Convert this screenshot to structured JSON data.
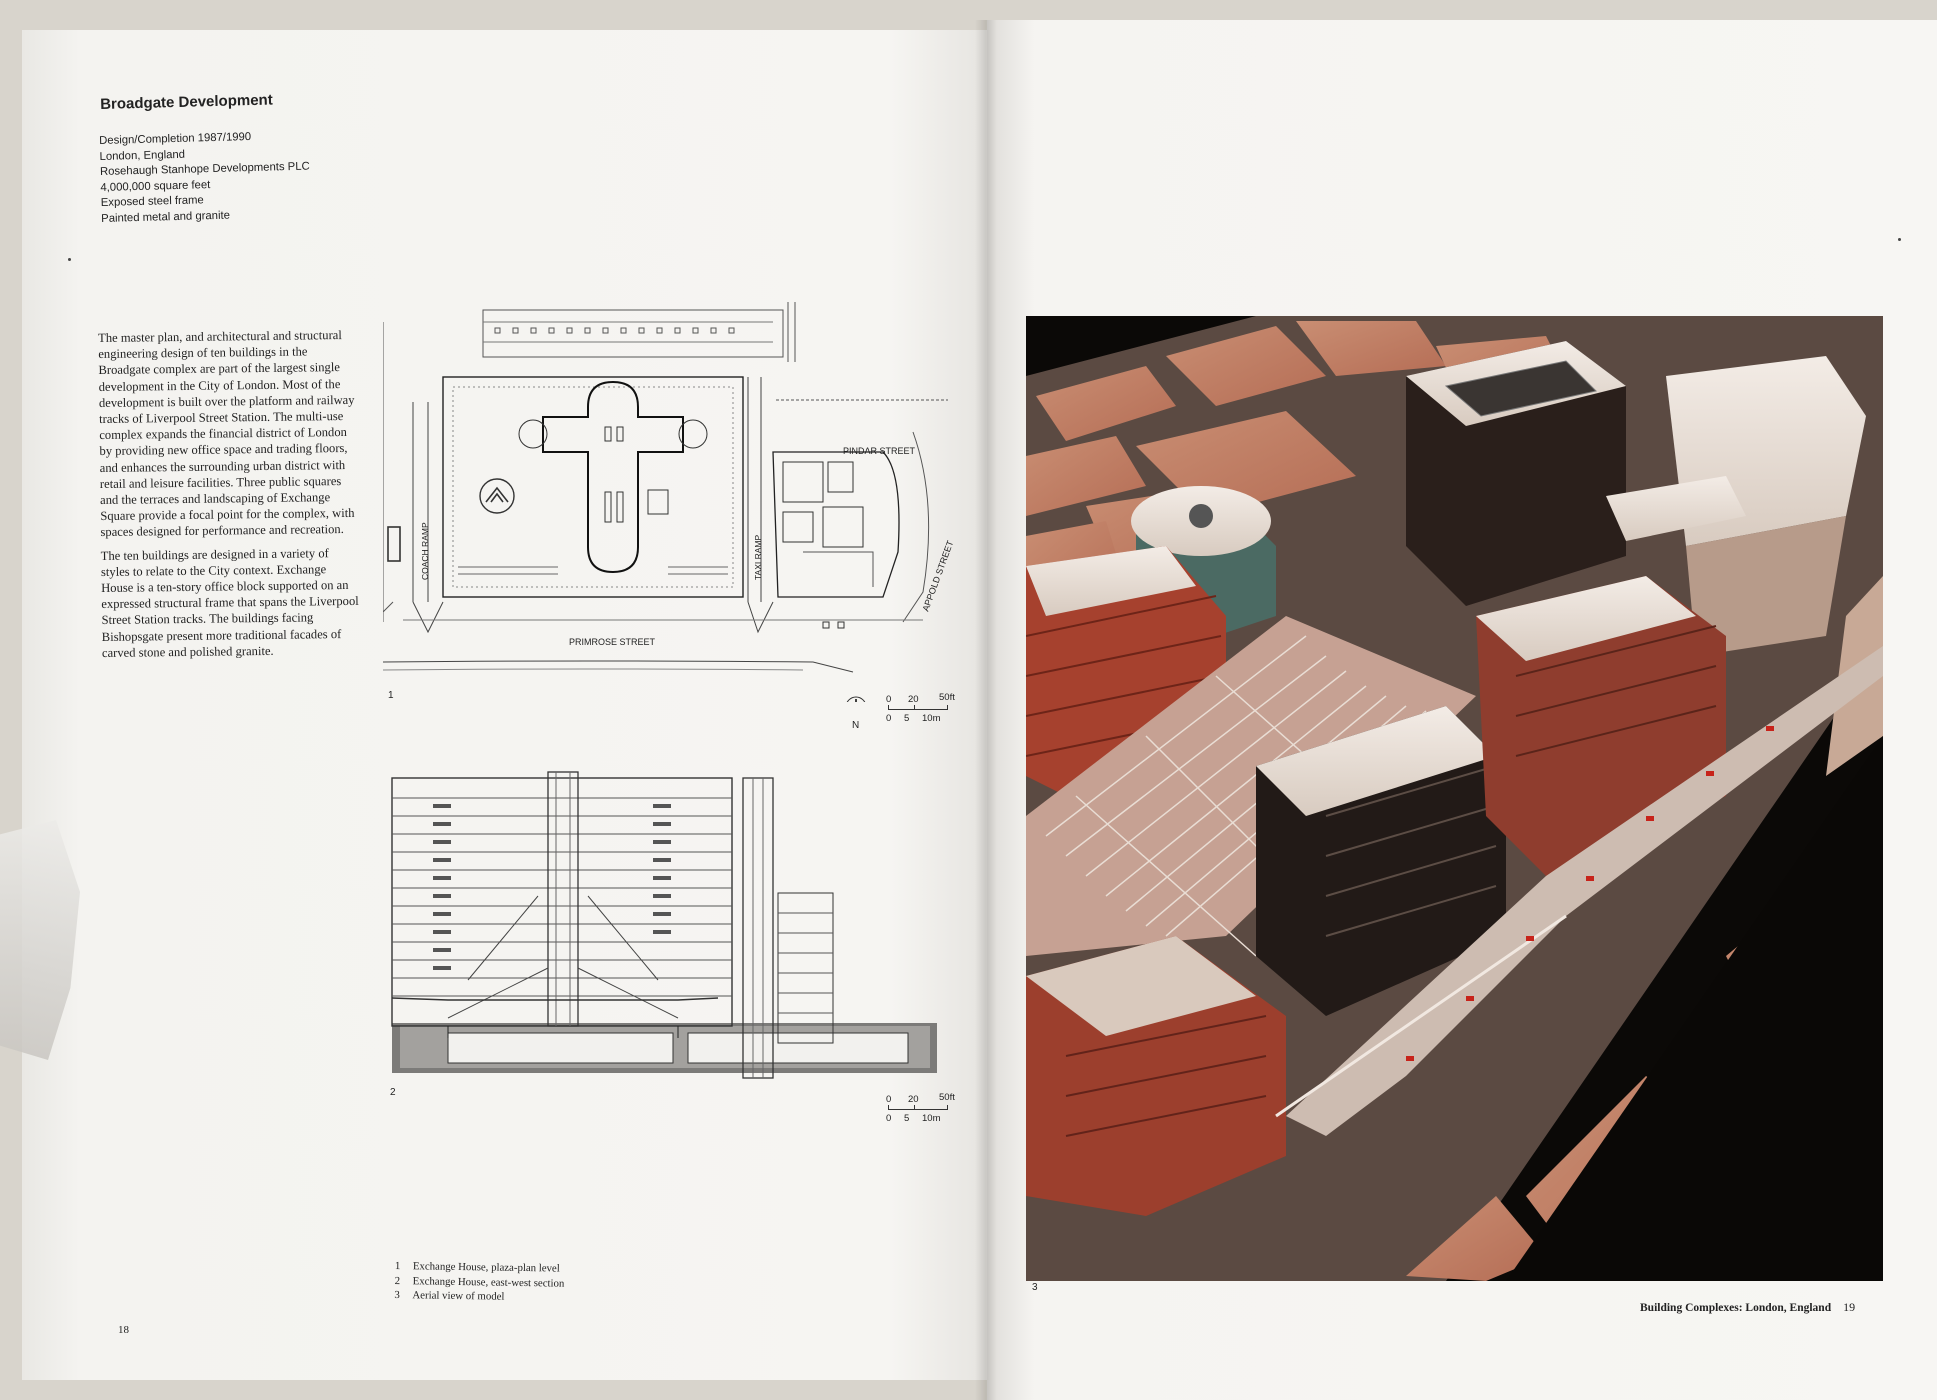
{
  "header": {
    "title": "Broadgate Development",
    "specs": [
      "Design/Completion 1987/1990",
      "London, England",
      "Rosehaugh Stanhope Developments PLC",
      "4,000,000 square feet",
      "Exposed steel frame",
      "Painted metal and granite"
    ]
  },
  "body": {
    "paragraph1": "The master plan, and architectural and structural engineering design of ten buildings in the Broadgate complex are part of the largest single development in the City of London. Most of the development is built over the platform and railway tracks of Liverpool Street Station. The multi-use complex expands the financial district of London by providing new office space and trading floors, and enhances the surrounding urban district with retail and leisure facilities. Three public squares and the terraces and landscaping of Exchange Square provide a focal point for the complex, with spaces designed for performance and recreation.",
    "paragraph2": "The ten buildings are designed in a variety of styles to relate to the City context. Exchange House is a ten-story office block supported on an expressed structural frame that spans the Liverpool Street Station tracks. The buildings facing Bishopsgate present more traditional facades of carved stone and polished granite."
  },
  "plan": {
    "street_labels": {
      "pindar": "PINDAR STREET",
      "primrose": "PRIMROSE STREET",
      "appold": "APPOLD STREET",
      "coach_ramp": "COACH RAMP",
      "taxi_ramp": "TAXI RAMP"
    },
    "north_label": "N",
    "scale": {
      "ft0": "0",
      "ft1": "20",
      "ft2": "50ft",
      "m0": "0",
      "m1": "5",
      "m2": "10m"
    }
  },
  "section": {
    "scale": {
      "ft0": "0",
      "ft1": "20",
      "ft2": "50ft",
      "m0": "0",
      "m1": "5",
      "m2": "10m"
    }
  },
  "figures": {
    "n1": "1",
    "n2": "2",
    "n3": "3"
  },
  "captions": [
    {
      "num": "1",
      "text": "Exchange House, plaza-plan level"
    },
    {
      "num": "2",
      "text": "Exchange House, east-west section"
    },
    {
      "num": "3",
      "text": "Aerial view of model"
    }
  ],
  "footer": {
    "left_page_number": "18",
    "running_head": "Building Complexes: London, England",
    "right_page_number": "19"
  },
  "colors": {
    "paper": "#f6f5f2",
    "ink": "#222222",
    "model_red": "#b8533f",
    "model_tan": "#c58a70"
  }
}
